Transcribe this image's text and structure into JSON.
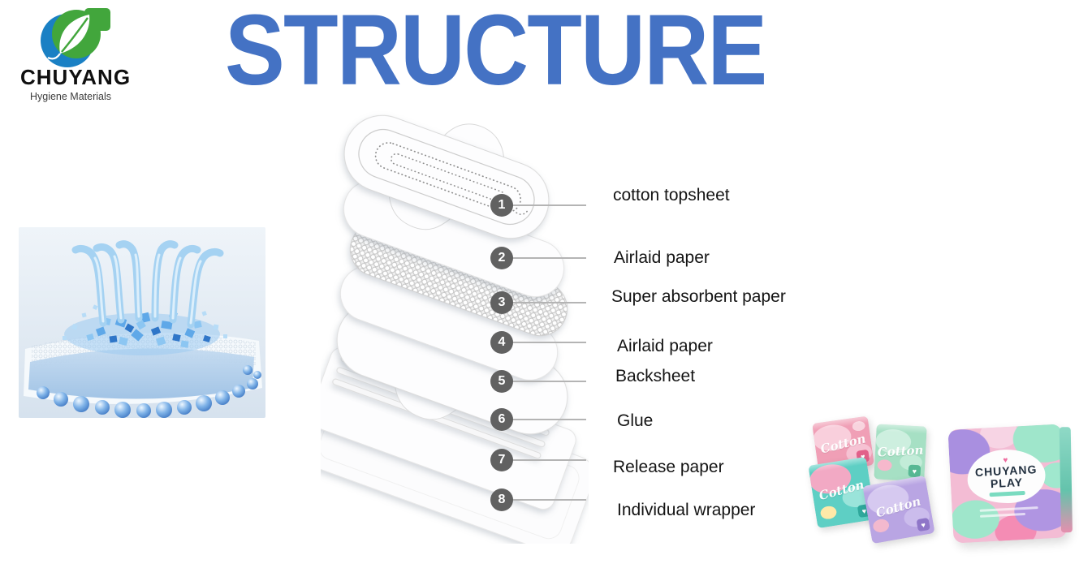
{
  "slide": {
    "title": "STRUCTURE",
    "brand": {
      "name": "CHUYANG",
      "tagline": "Hygiene Materials"
    },
    "diagram": {
      "layers": [
        {
          "num": "1",
          "label": "cotton topsheet"
        },
        {
          "num": "2",
          "label": "Airlaid paper"
        },
        {
          "num": "3",
          "label": "Super absorbent paper"
        },
        {
          "num": "4",
          "label": "Airlaid paper"
        },
        {
          "num": "5",
          "label": "Backsheet"
        },
        {
          "num": "6",
          "label": "Glue"
        },
        {
          "num": "7",
          "label": "Release paper"
        },
        {
          "num": "8",
          "label": "Individual wrapper"
        }
      ]
    },
    "photos": {
      "absorbency_demo": "blue super-absorbent polymer and liquid demo",
      "small_packs": [
        {
          "label": "Cotton",
          "base_color": "#f09fb6"
        },
        {
          "label": "Cotton",
          "base_color": "#a6e0c4"
        },
        {
          "label": "Cotton",
          "base_color": "#5ecfc4"
        },
        {
          "label": "Cotton",
          "base_color": "#b9a5e3"
        }
      ],
      "large_pack": {
        "brand_line1": "CHUYANG",
        "brand_line2": "PLAY"
      }
    },
    "colors": {
      "title": "#4472C4",
      "badge": "#616161",
      "logo_green": "#42a63c",
      "logo_blue": "#1a80c4"
    }
  }
}
